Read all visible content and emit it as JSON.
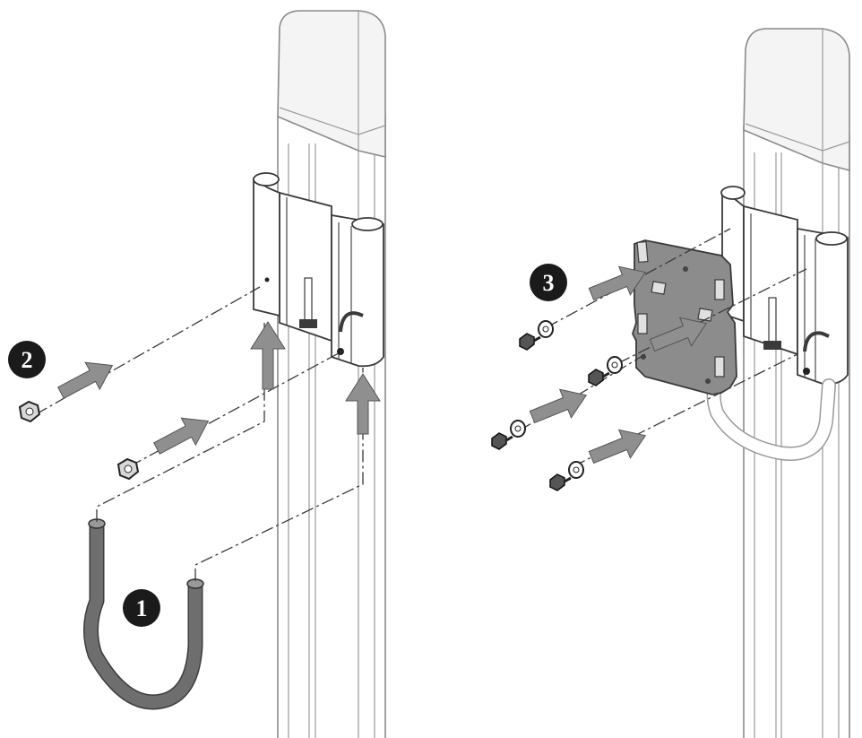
{
  "steps": [
    {
      "id": "1",
      "label": "1"
    },
    {
      "id": "2",
      "label": "2"
    },
    {
      "id": "3",
      "label": "3"
    }
  ],
  "colors": {
    "badge": "#1a1a1a",
    "arrow": "#8f8f8f",
    "plate": "#8c8c8c",
    "outline": "#3a3a3a"
  }
}
